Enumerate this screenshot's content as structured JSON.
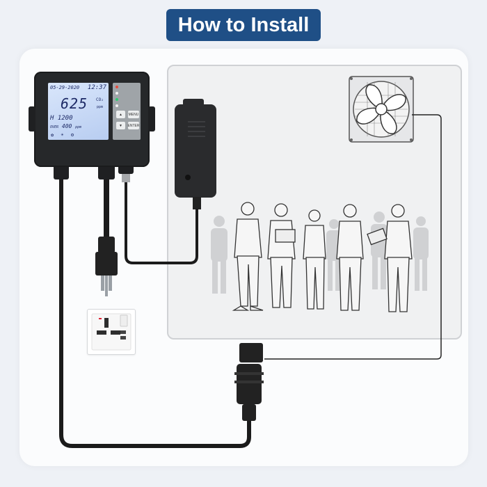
{
  "header": {
    "title": "How to Install"
  },
  "controller": {
    "date": "05-29-2020",
    "time": "12:37",
    "ppm": "625",
    "co2_label": "CO₂",
    "ppm_unit": "ppm",
    "high_reading": "H 1200",
    "low_reading": "400",
    "low_prefix": "OVER",
    "low_unit": "ppm",
    "status_icons": "✿ ☀ ⚙",
    "menu_key": "MENU",
    "enter_key": "ENTER",
    "up_key": "▲",
    "down_key": "▼"
  },
  "colors": {
    "title_badge": "#1f4f86",
    "background": "#eef1f6",
    "cable": "#1b1b1b",
    "lcd": "#c6d7f5",
    "room": "#f0f1f2"
  },
  "icons": [
    "fan-icon",
    "power-plug-icon",
    "wall-outlet-icon",
    "relay-adapter-icon",
    "office-people-illustration"
  ]
}
